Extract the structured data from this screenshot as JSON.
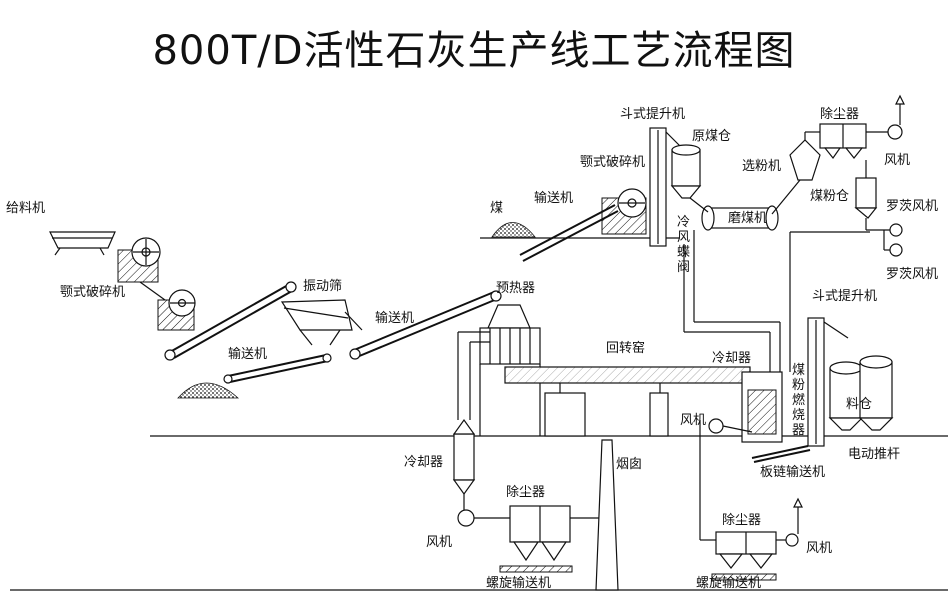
{
  "title": "800T/D活性石灰生产线工艺流程图",
  "labels": {
    "feeder": "给料机",
    "jaw_crusher_left": "颚式破碎机",
    "conveyor_lower": "输送机",
    "vibrating_screen": "振动筛",
    "conveyor_mid": "输送机",
    "preheater": "预热器",
    "rotary_kiln": "回转窑",
    "cooler_right": "冷却器",
    "coal": "煤",
    "conveyor_coal": "输送机",
    "jaw_crusher_coal": "颚式破碎机",
    "bucket_elevator_top": "斗式提升机",
    "raw_coal_bin": "原煤仓",
    "coal_mill": "磨煤机",
    "cold_air_valve": "冷风蝶阀",
    "powder_separator": "选粉机",
    "dust_collector_top": "除尘器",
    "fan_top": "风机",
    "coal_powder_bin": "煤粉仓",
    "roots_blower_1": "罗茨风机",
    "roots_blower_2": "罗茨风机",
    "bucket_elevator_right": "斗式提升机",
    "material_bin": "料仓",
    "coal_burner": "煤粉燃烧器",
    "fan_mid": "风机",
    "plate_chain_conveyor": "板链输送机",
    "electric_pusher": "电动推杆",
    "cooler_left": "冷却器",
    "fan_left": "风机",
    "dust_collector_left": "除尘器",
    "chimney": "烟囱",
    "screw_conveyor_left": "螺旋输送机",
    "dust_collector_right": "除尘器",
    "fan_right": "风机",
    "screw_conveyor_right": "螺旋输送机"
  }
}
